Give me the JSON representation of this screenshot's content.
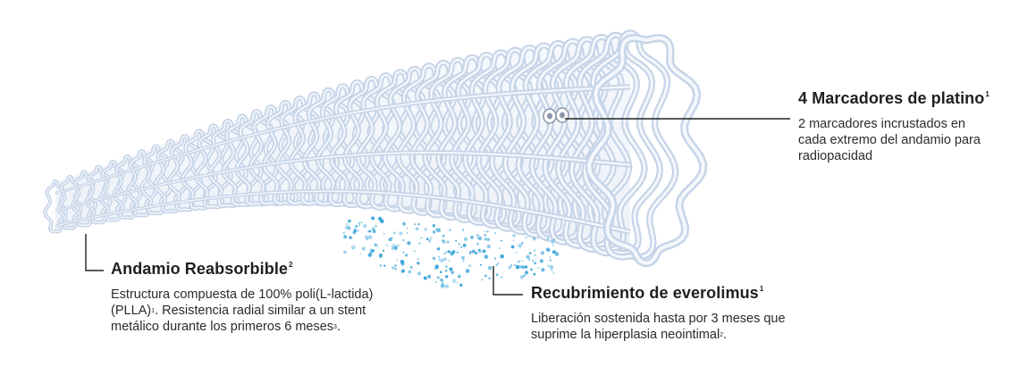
{
  "callouts": {
    "markers": {
      "title": "4 Marcadores de platino",
      "title_ref": "1",
      "desc_lines": [
        "2 marcadores incrustados en",
        "cada extremo del andamio para",
        "radiopacidad"
      ]
    },
    "scaffold": {
      "title": "Andamio Reabsorbible",
      "title_ref": "2",
      "line1": "Estructura compuesta de 100% poli(L-lactida)",
      "line2_a": "(PLLA)",
      "line2_ref": "1",
      "line2_b": ". Resistencia radial similar a un stent",
      "line3_a": "metálico durante los primeros 6 meses",
      "line3_ref": "3",
      "line3_b": "."
    },
    "coating": {
      "title": "Recubrimiento de everolimus",
      "title_ref": "1",
      "line1": "Liberación sostenida hasta por 3 meses que",
      "line2_a": "suprime la hiperplasia neointimal",
      "line2_ref": "2",
      "line2_b": "."
    }
  },
  "colors": {
    "strut": "#c6d4e8",
    "strut_highlight": "#f4f7fc",
    "drug_particles": "#2f9fd8",
    "leader_line": "#222222"
  },
  "icons": [
    "platinum-marker-icon"
  ]
}
